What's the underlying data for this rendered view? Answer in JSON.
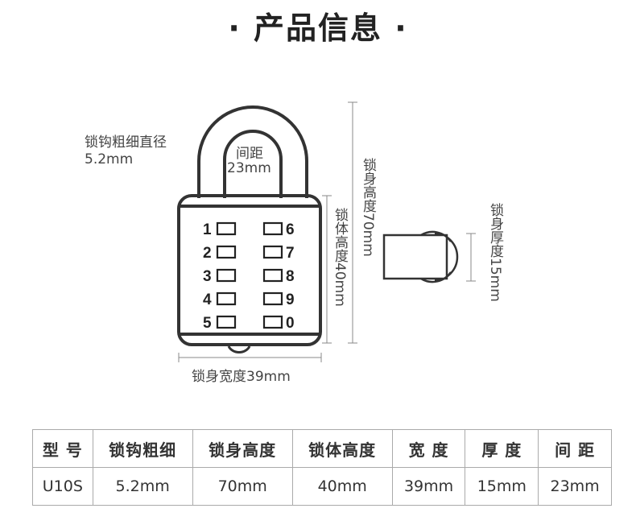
{
  "title": "· 产品信息 ·",
  "diagram": {
    "hook_label": "锁钩粗细直径",
    "hook_value": "5.2mm",
    "gap_label": "间距",
    "gap_value": "23mm",
    "body_height_label": "锁身高度70mm",
    "lock_body_height_label": "锁体高度40mm",
    "width_label": "锁身宽度39mm",
    "thickness_label": "锁身厚度15mm",
    "dial_left": [
      "1",
      "2",
      "3",
      "4",
      "5"
    ],
    "dial_right": [
      "6",
      "7",
      "8",
      "9",
      "0"
    ]
  },
  "table": {
    "headers": [
      "型 号",
      "锁钩粗细",
      "锁身高度",
      "锁体高度",
      "宽 度",
      "厚 度",
      "间 距"
    ],
    "row": [
      "U10S",
      "5.2mm",
      "70mm",
      "40mm",
      "39mm",
      "15mm",
      "23mm"
    ]
  }
}
